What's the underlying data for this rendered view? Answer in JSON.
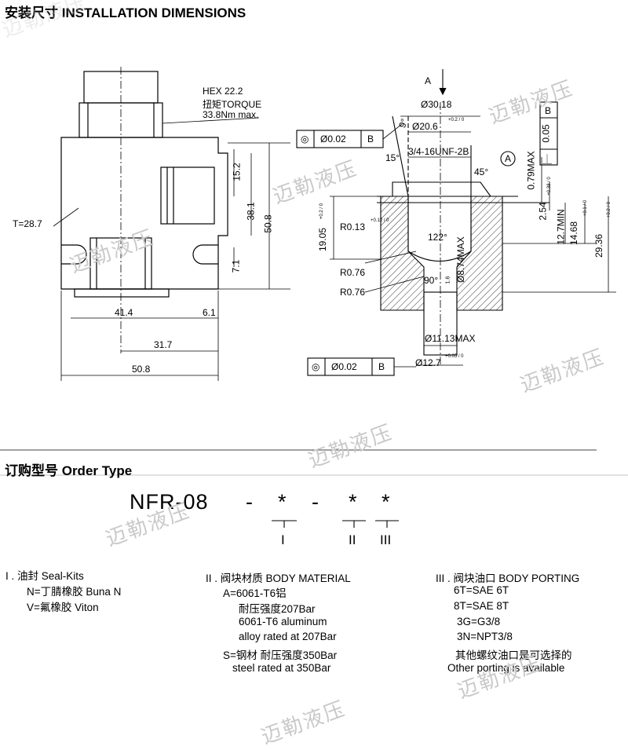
{
  "section1": {
    "title": "安装尺寸 INSTALLATION DIMENSIONS"
  },
  "left_drawing": {
    "hex_label": "HEX 22.2",
    "torque_label": "扭矩TORQUE",
    "torque_value": "33.8Nm max.",
    "thickness": "T=28.7",
    "dim_15_2": "15.2",
    "dim_38_1": "38.1",
    "dim_50_8_v": "50.8",
    "dim_7_1": "7.1",
    "dim_41_4": "41.4",
    "dim_6_1": "6.1",
    "dim_31_7": "31.7",
    "dim_50_8_h": "50.8"
  },
  "right_drawing": {
    "view_a": "A",
    "dia_30_18": "Ø30.18",
    "dia_20_6": "Ø20.6",
    "dia_20_6_tol": "+0.2 / 0",
    "thread": "3/4-16UNF-2B",
    "angle_9": "9°",
    "angle_15": "15°",
    "angle_45": "45°",
    "datum_a": "A",
    "frame_top": [
      "◎",
      "Ø0.02",
      "B"
    ],
    "frame_bottom": [
      "◎",
      "Ø0.02",
      "B"
    ],
    "frame_vertical": [
      "⏊",
      "0.05",
      "B"
    ],
    "dim_0_79": "0.79MAX",
    "dim_2_54": "2.54",
    "dim_2_54_tol": "+0.38 / 0",
    "dim_12_7": "12.7MIN",
    "dim_14_68": "14.68",
    "dim_14_68_tol": "+0.1 / 0",
    "dim_29_36": "29.36",
    "dim_29_36_tol": "+0.2 / 0",
    "dim_19_05": "19.05",
    "dim_19_05_tol": "+0.2 / 0",
    "r_0_13": "R0.13",
    "r_0_13_tol": "+0.12 / 0",
    "angle_122": "122°",
    "dim_8_74": "Ø8.74MAX",
    "r_0_76_a": "R0.76",
    "r_0_76_b": "R0.76",
    "angle_90": "90°",
    "roughness": "1.6",
    "dia_11_13": "Ø11.13MAX",
    "dia_12_7": "Ø12.7",
    "dia_12_7_tol": "+0.05 / 0"
  },
  "section2": {
    "title": "订购型号 Order Type"
  },
  "order": {
    "model": "NFR-08",
    "dash": "-",
    "star": "*",
    "roman": [
      "I",
      "II",
      "III"
    ]
  },
  "options": {
    "seal": {
      "heading": "I . 油封 Seal-Kits",
      "lines": [
        "N=丁腈橡胶 Buna  N",
        "V=氟橡胶 Viton"
      ]
    },
    "body": {
      "heading": "II . 阀块材质 BODY MATERIAL",
      "lines": [
        "A=6061-T6铝",
        "耐压强度207Bar",
        "6061-T6 aluminum",
        "alloy rated at 207Bar",
        "S=钢材 耐压强度350Bar",
        "steel rated at 350Bar"
      ]
    },
    "porting": {
      "heading": "III . 阀块油口 BODY PORTING",
      "lines": [
        "6T=SAE 6T",
        "8T=SAE 8T",
        "3G=G3/8",
        "3N=NPT3/8",
        "其他螺纹油口是可选择的",
        "Other porting is available"
      ]
    }
  },
  "watermark": "迈勒液压"
}
